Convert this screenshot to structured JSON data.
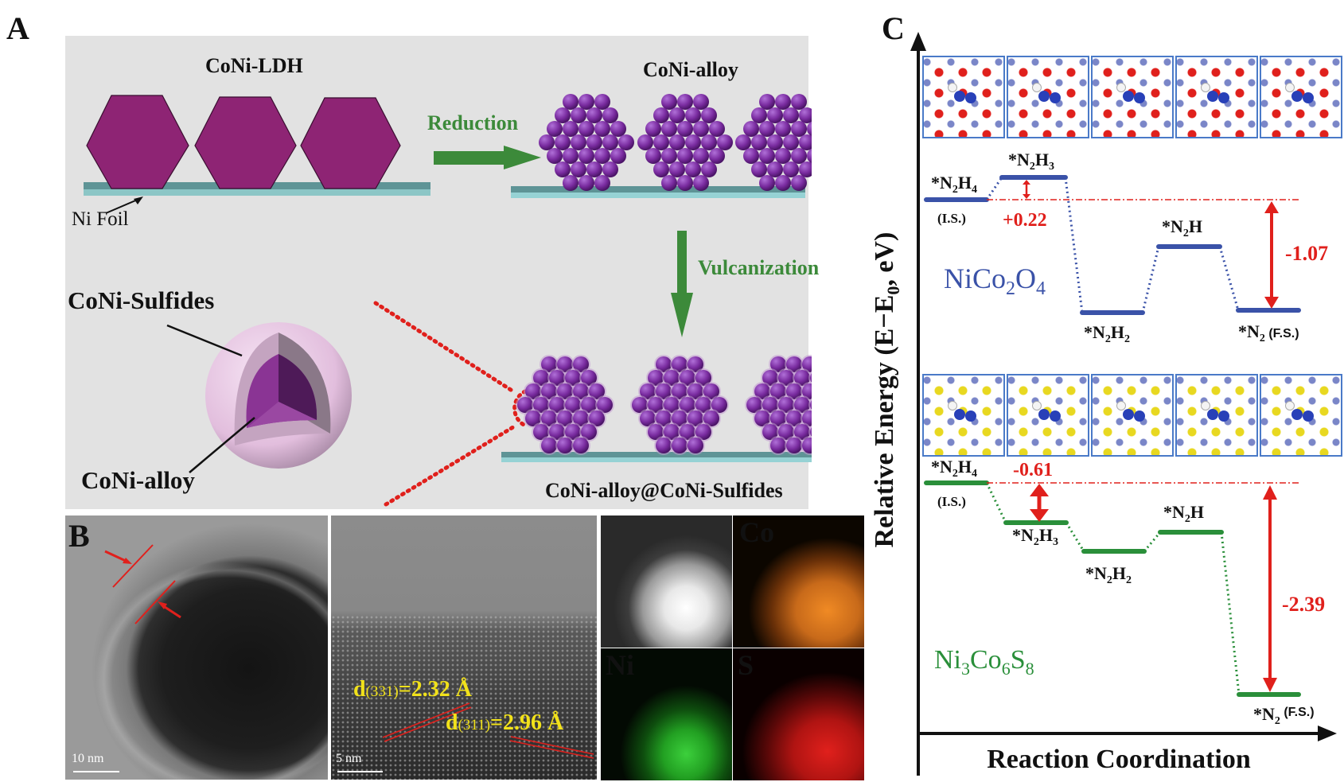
{
  "panels": {
    "a": {
      "letter": "A",
      "labels": {
        "ldh": "CoNi-LDH",
        "alloy_top": "CoNi-alloy",
        "ni_foil": "Ni Foil",
        "reduction": "Reduction",
        "vulcanization": "Vulcanization",
        "sulfides": "CoNi-Sulfides",
        "alloy_core": "CoNi-alloy",
        "core_shell": "CoNi-alloy@CoNi-Sulfides"
      },
      "colors": {
        "background": "#e2e2e2",
        "hexagon": "#8e2474",
        "sphere": "#7a2ca0",
        "foil": "#6fa7a8",
        "arrow": "#3c8a3a",
        "shell": "#e8c8e4",
        "zoom_dots": "#e0201c"
      }
    },
    "b": {
      "letter": "B",
      "tem_scale": "10 nm",
      "hrtem_scale": "5 nm",
      "d331": "d(331)=2.32 Å",
      "d331_prefix": "d",
      "d331_index": "(331)",
      "d331_value": "=2.32 Å",
      "d311_prefix": "d",
      "d311_index": "(311)",
      "d311_value": "=2.96 Å",
      "maps": [
        {
          "label": "",
          "color": "#ffffff"
        },
        {
          "label": "Co",
          "color": "#f08a24"
        },
        {
          "label": "Ni",
          "color": "#3cc43c"
        },
        {
          "label": "S",
          "color": "#e0201c"
        }
      ]
    },
    "c": {
      "letter": "C"
    }
  },
  "chart_data": {
    "type": "line",
    "subtype": "energy-level-diagram",
    "title": "",
    "xlabel": "Reaction Coordination",
    "ylabel": "Relative Energy (E−E0, eV)",
    "grid": false,
    "steps": [
      "*N2H4 (I.S.)",
      "*N2H3",
      "*N2H2",
      "*N2H",
      "*N2 (F.S.)"
    ],
    "series": [
      {
        "name": "NiCo2O4",
        "color": "#3a52a8",
        "labels": [
          "*N2H4",
          "*N2H3",
          "*N2H2",
          "*N2H",
          "*N2"
        ],
        "annotations": [
          {
            "label": "+0.22",
            "between": [
              "*N2H4",
              "*N2H3"
            ],
            "value": 0.22
          },
          {
            "label": "-1.07",
            "between": [
              "*N2H4",
              "*N2"
            ],
            "value": -1.07
          }
        ],
        "relative_values_est": [
          0.0,
          0.22,
          -1.07,
          -0.45,
          -1.07
        ]
      },
      {
        "name": "Ni3Co6S8",
        "color": "#2a8f3a",
        "labels": [
          "*N2H4",
          "*N2H3",
          "*N2H2",
          "*N2H",
          "*N2"
        ],
        "annotations": [
          {
            "label": "-0.61",
            "between": [
              "*N2H4",
              "*N2H3"
            ],
            "value": -0.61
          },
          {
            "label": "-2.39",
            "between": [
              "*N2H4",
              "*N2"
            ],
            "value": -2.39
          }
        ],
        "relative_values_est": [
          0.0,
          -0.61,
          -0.95,
          -0.75,
          -2.39
        ]
      }
    ],
    "text": {
      "is": "(I.S.)",
      "fs": "(F.S.)",
      "n2h4": "*N2H4",
      "n2h3": "*N2H3",
      "n2h2": "*N2H2",
      "n2h": "*N2H",
      "n2": "*N2",
      "nico_top": "+0.22",
      "nico_total": "-1.07",
      "nicos_top": "-0.61",
      "nicos_total": "-2.39"
    }
  }
}
